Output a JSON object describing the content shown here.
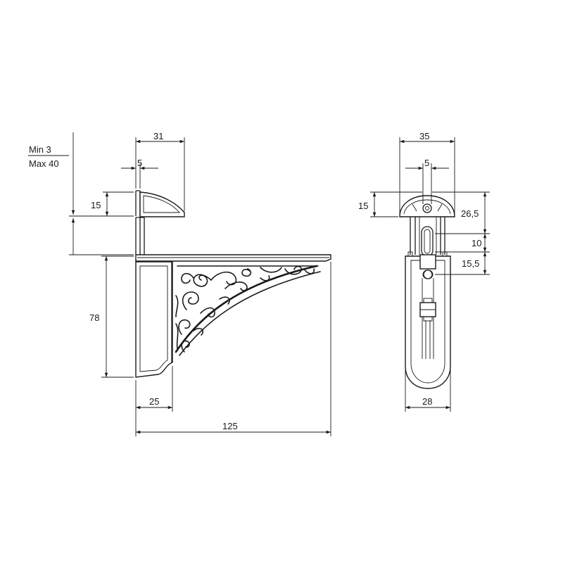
{
  "side_view": {
    "range": {
      "min": "Min 3",
      "max": "Max 40"
    },
    "dims": {
      "top_width": "31",
      "slot": "5",
      "lip_height": "15",
      "height": "78",
      "base_width": "25",
      "depth": "125"
    }
  },
  "front_view": {
    "dims": {
      "top_width": "35",
      "slot": "5",
      "lip_height": "15",
      "dim_26_5": "26,5",
      "dim_10": "10",
      "dim_15_5": "15,5",
      "width": "28"
    }
  }
}
